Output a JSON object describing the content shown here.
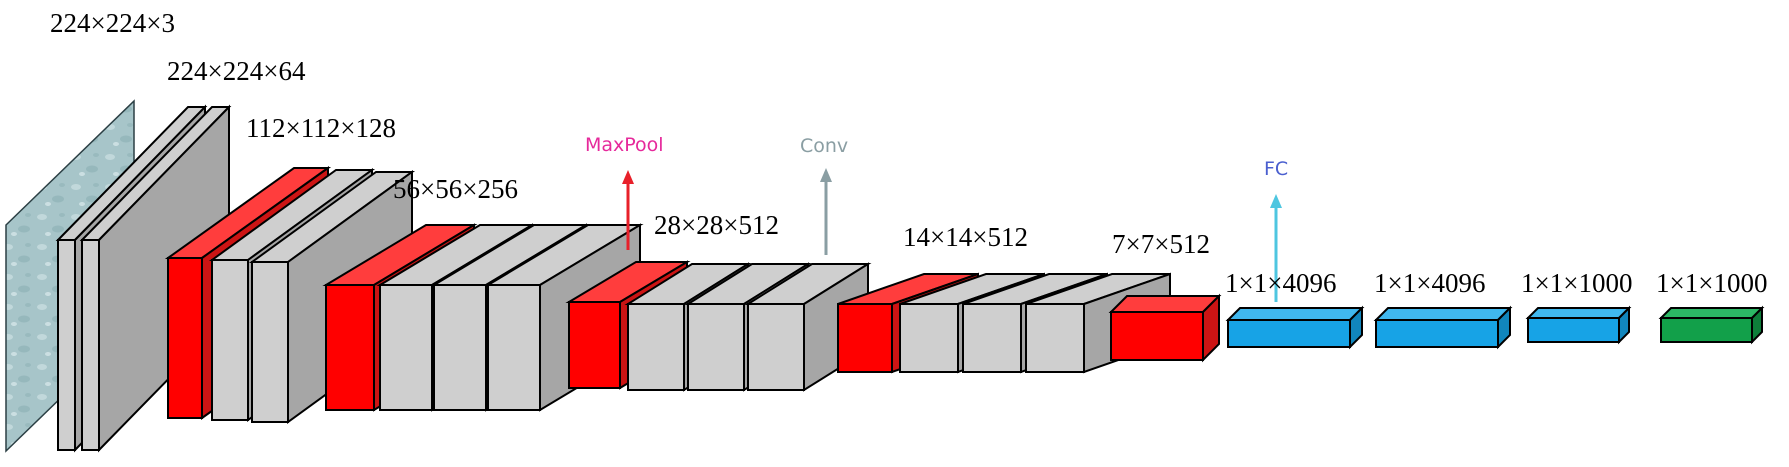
{
  "colors": {
    "conv": "#cfcfcf",
    "conv_side": "#a6a6a6",
    "pool": "#ff0000",
    "pool_top": "#ff3d3d",
    "pool_side": "#cc1414",
    "fc": "#17a3e6",
    "fc_top": "#40b8ef",
    "fc_side": "#1186bd",
    "softmax": "#12a04a",
    "softmax_top": "#2cb865",
    "softmax_side": "#0e7e3a",
    "input": "#a7c5c9",
    "maxpool_annotation": "#e6299b",
    "maxpool_arrow": "#e8202a",
    "conv_annotation": "#8a9ea3",
    "fc_annotation": "#4a5fcf",
    "fc_arrow": "#4ec6e0"
  },
  "annotations": {
    "maxpool": "MaxPool",
    "conv": "Conv",
    "fc": "FC"
  },
  "layer_labels": {
    "input": "224×224×3",
    "block1": "224×224×64",
    "block2": "112×112×128",
    "block3": "56×56×256",
    "block4": "28×28×512",
    "block5": "14×14×512",
    "pool5": "7×7×512",
    "fc1": "1×1×4096",
    "fc2": "1×1×4096",
    "fc3": "1×1×1000",
    "softmax": "1×1×1000"
  },
  "icons": {
    "input": "input-image-icon"
  }
}
